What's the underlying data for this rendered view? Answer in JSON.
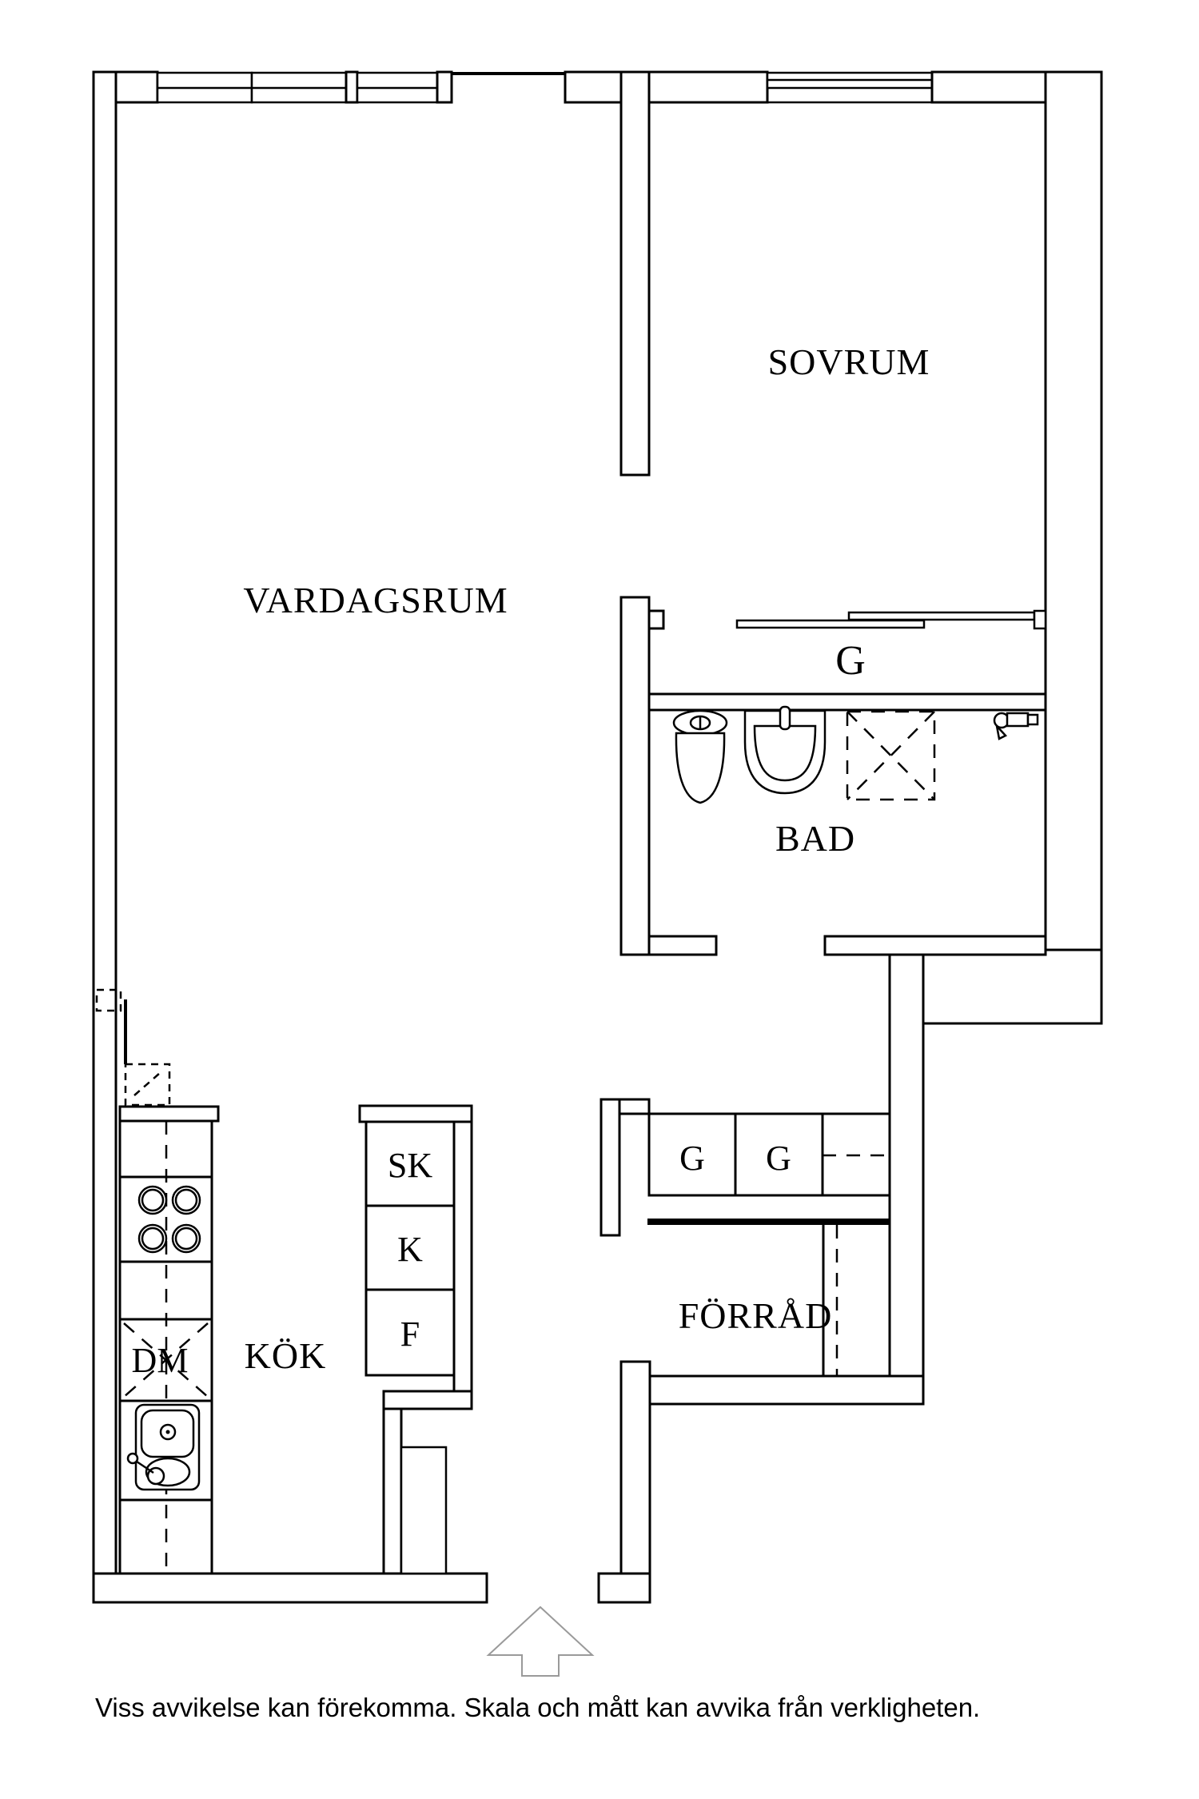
{
  "labels": {
    "sovrum": "SOVRUM",
    "vardagsrum": "VARDAGSRUM",
    "bad": "BAD",
    "kok": "KÖK",
    "forrad": "FÖRRÅD",
    "g_bedroom": "G",
    "g_hall_1": "G",
    "g_hall_2": "G",
    "sk": "SK",
    "k": "K",
    "f": "F",
    "dm": "DM"
  },
  "footer": {
    "disclaimer": "Viss avvikelse kan förekomma. Skala och mått kan avvika från verkligheten."
  },
  "icons": {
    "entrance_arrow": "up-arrow-entrance",
    "toilet": "toilet-icon",
    "washbasin": "washbasin-icon",
    "shower": "dashed-shower-icon",
    "stove": "four-burner-stove-icon",
    "kitchen_sink": "kitchen-sink-icon",
    "dishwasher": "dashed-cross-dishwasher-icon",
    "water_valve": "water-valve-icon"
  },
  "colors": {
    "line": "#000000",
    "background": "#ffffff",
    "arrow_stroke": "#9a9a9a"
  }
}
